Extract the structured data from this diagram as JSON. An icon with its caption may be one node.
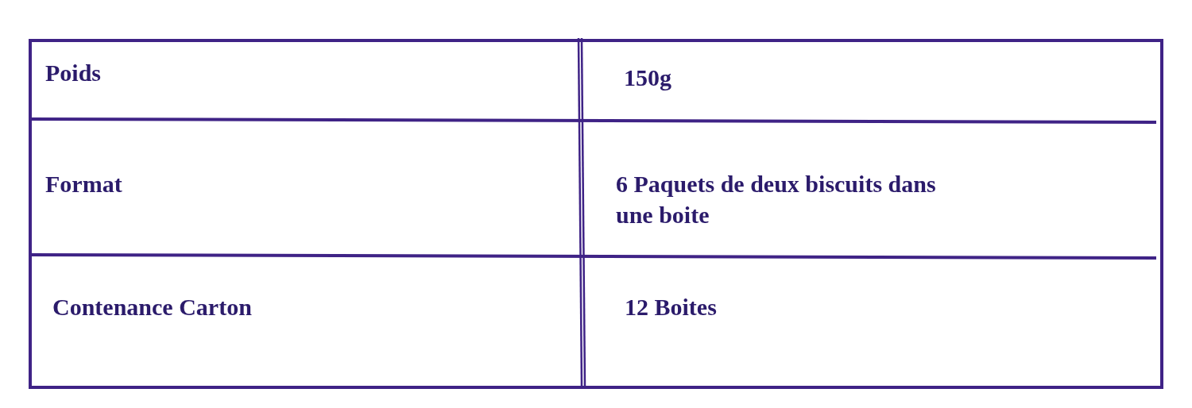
{
  "diagram": {
    "labels": [
      "Poids",
      "150g",
      "Format",
      "6 Paquets de deux biscuits dans une boite",
      "Contenance Carton",
      "12 Boites"
    ]
  }
}
